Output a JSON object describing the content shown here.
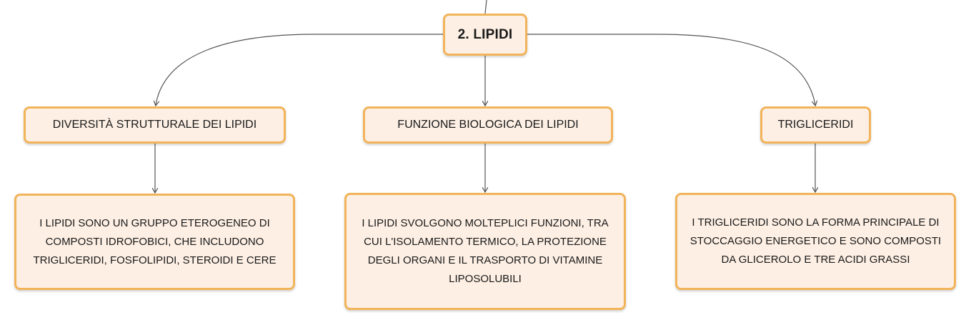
{
  "root": {
    "label": "2. LIPIDI"
  },
  "branches": [
    {
      "label": "DIVERSITÀ STRUTTURALE DEI LIPIDI",
      "detail": "I LIPIDI SONO UN GRUPPO ETEROGENEO DI COMPOSTI IDROFOBICI, CHE INCLUDONO TRIGLICERIDI, FOSFOLIPIDI, STEROIDI E CERE"
    },
    {
      "label": "FUNZIONE BIOLOGICA DEI LIPIDI",
      "detail": "I LIPIDI SVOLGONO MOLTEPLICI FUNZIONI, TRA CUI L'ISOLAMENTO TERMICO, LA PROTEZIONE DEGLI ORGANI E IL TRASPORTO DI VITAMINE LIPOSOLUBILI"
    },
    {
      "label": "TRIGLICERIDI",
      "detail": "I TRIGLICERIDI SONO LA FORMA PRINCIPALE DI STOCCAGGIO ENERGETICO E SONO COMPOSTI DA GLICEROLO E TRE ACIDI GRASSI"
    }
  ],
  "colors": {
    "node_fill": "#fdefe4",
    "node_border": "#f2b45a",
    "connector": "#555555"
  }
}
